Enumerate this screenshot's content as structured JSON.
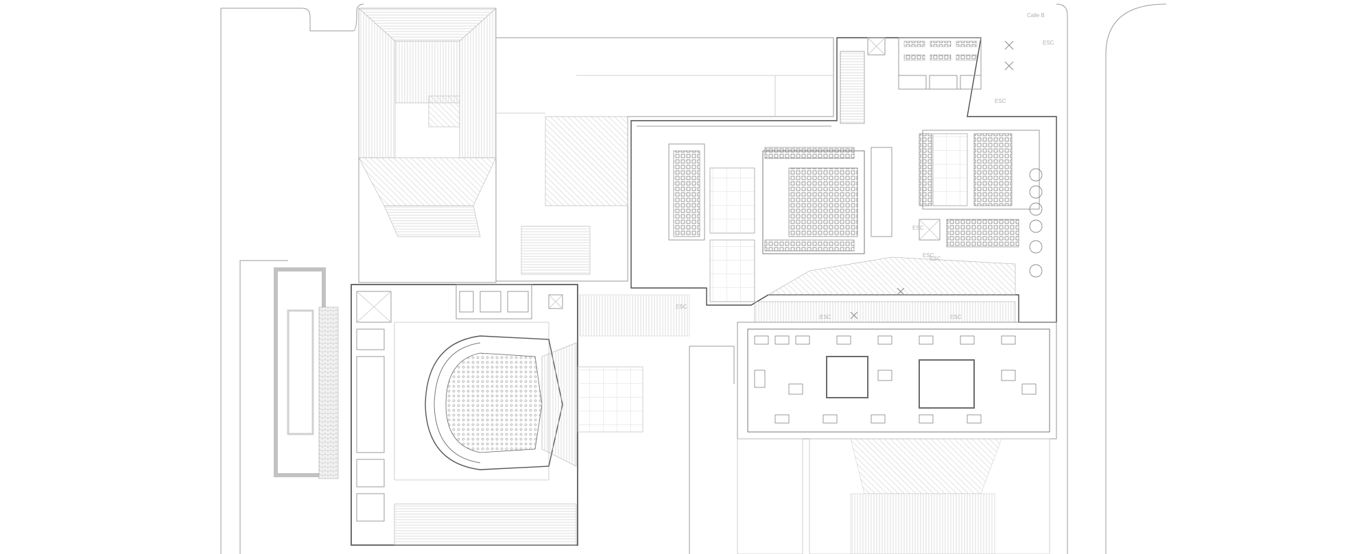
{
  "drawing": {
    "street_label": "Calle B",
    "room_labels": [
      "ESC",
      "ESC",
      "ESC",
      "ESC",
      "ESC",
      "ESC",
      "ESC",
      "ESC"
    ]
  }
}
